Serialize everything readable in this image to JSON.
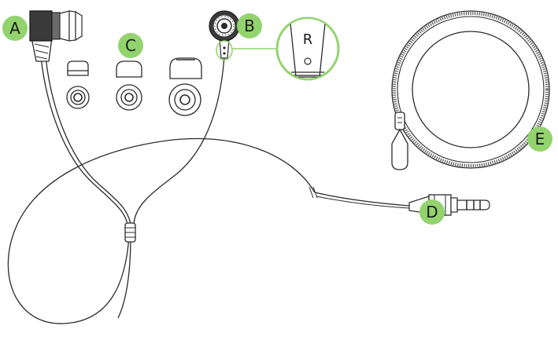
{
  "callouts": {
    "a": "A",
    "b": "B",
    "c": "C",
    "d": "D",
    "e": "E"
  },
  "magnifier": {
    "text": "R"
  },
  "colors": {
    "badge": "#92d36e",
    "line": "#2b2b2b",
    "accent_ring": "#92d36e"
  }
}
